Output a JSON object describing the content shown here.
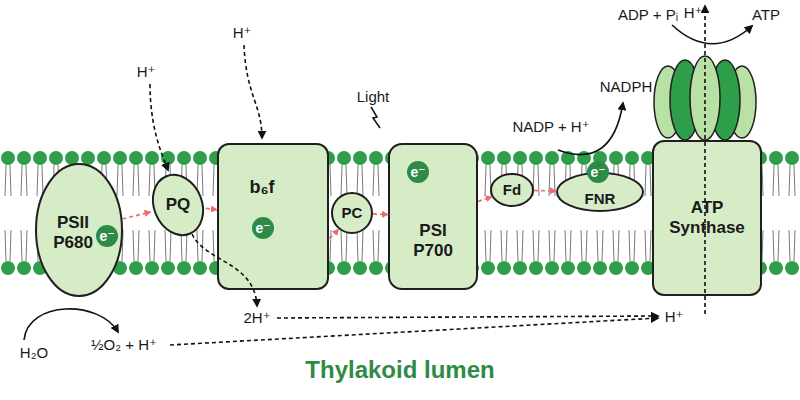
{
  "diagram": {
    "nodes": [
      {
        "text": [
          "PSII P680"
        ]
      },
      {
        "text": [
          "e⁻"
        ],
        "in": 0
      },
      {
        "text": [
          "PQ"
        ]
      },
      {
        "text": [
          "b₆f"
        ]
      },
      {
        "text": [
          "e⁻"
        ],
        "in": 3
      },
      {
        "text": [
          "PC"
        ]
      },
      {
        "text": [
          "PSI P700"
        ]
      },
      {
        "text": [
          "e⁻"
        ],
        "in": 6
      },
      {
        "text": [
          "Fd"
        ]
      },
      {
        "text": [
          "FNR"
        ]
      },
      {
        "text": [
          "e⁻"
        ],
        "in": 9
      },
      {
        "text": [
          "ATP Synthase"
        ]
      }
    ],
    "edges": [
      {
        "from": 0,
        "to": 2,
        "arrow": "to"
      },
      {
        "from": 2,
        "to": 3,
        "arrow": "to"
      },
      {
        "from": 3,
        "to": 5,
        "arrow": "to"
      },
      {
        "from": 5,
        "to": 6,
        "arrow": "to"
      },
      {
        "from": 6,
        "to": 8,
        "arrow": "to"
      },
      {
        "from": 8,
        "to": 9,
        "arrow": "to"
      }
    ],
    "labels": [
      "H⁺",
      "ADP + Pᵢ",
      "ATP",
      "H⁺",
      "H⁺",
      "NADPH",
      "NADP + H⁺",
      "Light",
      "2H⁺",
      "H⁺",
      "H₂O",
      "½O₂ + H⁺",
      "Thylakoid lumen"
    ]
  }
}
